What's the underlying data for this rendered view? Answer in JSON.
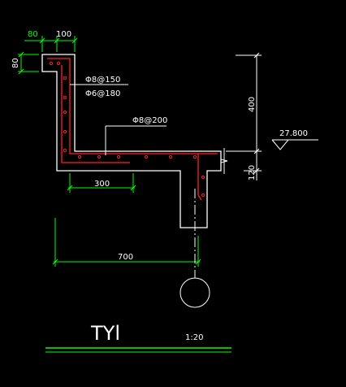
{
  "drawing": {
    "title": "TYl",
    "scale": "1:20"
  },
  "dimensions": {
    "top_left_width": "80",
    "top_width": "100",
    "left_height": "80",
    "right_height_top": "400",
    "right_height_bottom": "120",
    "bottom_inner": "300",
    "bottom_overall": "700"
  },
  "annotations": {
    "rebar_1": "Φ8@150",
    "rebar_2": "Φ6@180",
    "rebar_3": "Φ8@200",
    "elevation": "27.800"
  },
  "colors": {
    "background": "#000000",
    "outline": "#ffffff",
    "dimension": "#00ff00",
    "rebar": "#ff2020"
  }
}
